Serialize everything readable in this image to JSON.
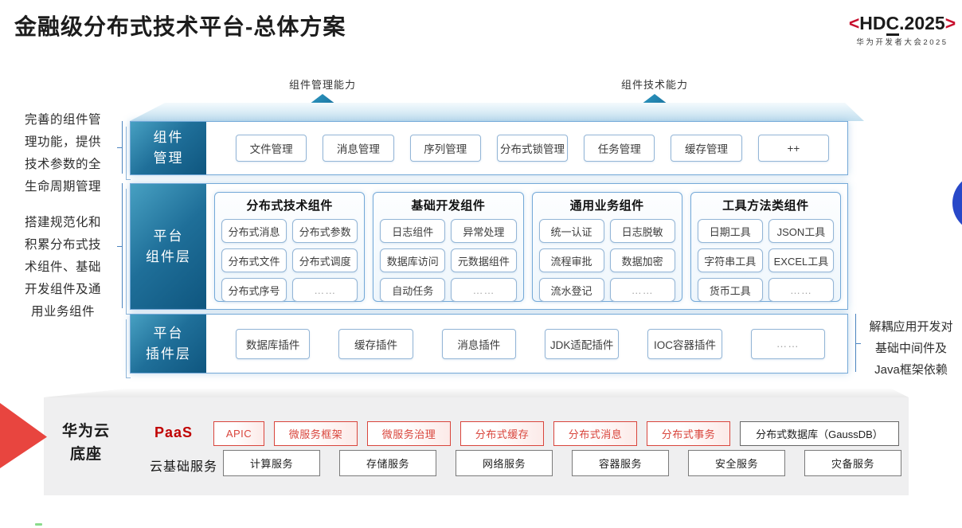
{
  "title": "金融级分布式技术平台-总体方案",
  "logo": {
    "bracket_left": "<",
    "part_hd": "HD",
    "part_c": "C",
    "part_year": ".2025",
    "bracket_right": ">",
    "subtitle": "华为开发者大会2025"
  },
  "arrows": {
    "left_label": "组件管理能力",
    "right_label": "组件技术能力"
  },
  "annotations": {
    "left_top": {
      "lines": [
        "完善的组件管",
        "理功能，提供",
        "技术参数的全",
        "生命周期管理"
      ]
    },
    "left_bottom": {
      "lines": [
        "搭建规范化和",
        "积累分布式技",
        "术组件、基础",
        "开发组件及通",
        "用业务组件"
      ]
    },
    "right": {
      "lines": [
        "解耦应用开发对",
        "基础中间件及",
        "Java框架依赖"
      ]
    }
  },
  "layers": {
    "management": {
      "label_lines": [
        "组件",
        "管理"
      ],
      "items": [
        "文件管理",
        "消息管理",
        "序列管理",
        "分布式锁管理",
        "任务管理",
        "缓存管理",
        "++"
      ]
    },
    "components": {
      "label_lines": [
        "平台",
        "组件层"
      ],
      "groups": [
        {
          "title": "分布式技术组件",
          "items": [
            "分布式消息",
            "分布式参数",
            "分布式文件",
            "分布式调度",
            "分布式序号",
            "……"
          ]
        },
        {
          "title": "基础开发组件",
          "items": [
            "日志组件",
            "异常处理",
            "数据库访问",
            "元数据组件",
            "自动任务",
            "……"
          ]
        },
        {
          "title": "通用业务组件",
          "items": [
            "统一认证",
            "日志脱敏",
            "流程审批",
            "数据加密",
            "流水登记",
            "……"
          ]
        },
        {
          "title": "工具方法类组件",
          "items": [
            "日期工具",
            "JSON工具",
            "字符串工具",
            "EXCEL工具",
            "货币工具",
            "……"
          ]
        }
      ]
    },
    "plugins": {
      "label_lines": [
        "平台",
        "插件层"
      ],
      "items": [
        "数据库插件",
        "缓存插件",
        "消息插件",
        "JDK适配插件",
        "IOC容器插件",
        "……"
      ]
    }
  },
  "foundation": {
    "label_lines": [
      "华为云",
      "底座"
    ],
    "paas": {
      "label": "PaaS",
      "items": [
        "APIC",
        "微服务框架",
        "微服务治理",
        "分布式缓存",
        "分布式消息",
        "分布式事务"
      ],
      "db": "分布式数据库（GaussDB）"
    },
    "cloud": {
      "label": "云基础服务",
      "items": [
        "计算服务",
        "存储服务",
        "网络服务",
        "容器服务",
        "安全服务",
        "灾备服务"
      ]
    }
  },
  "colors": {
    "huawei_red": "#c8102e",
    "box_red": "#d9453c",
    "layer_teal": "#3e96ba",
    "layer_navy": "#0f567f",
    "arrow_teal": "#11618f",
    "border_blue": "#74a9d8",
    "circle_blue": "#2848c8",
    "foundation_gray": "#efeff0"
  }
}
